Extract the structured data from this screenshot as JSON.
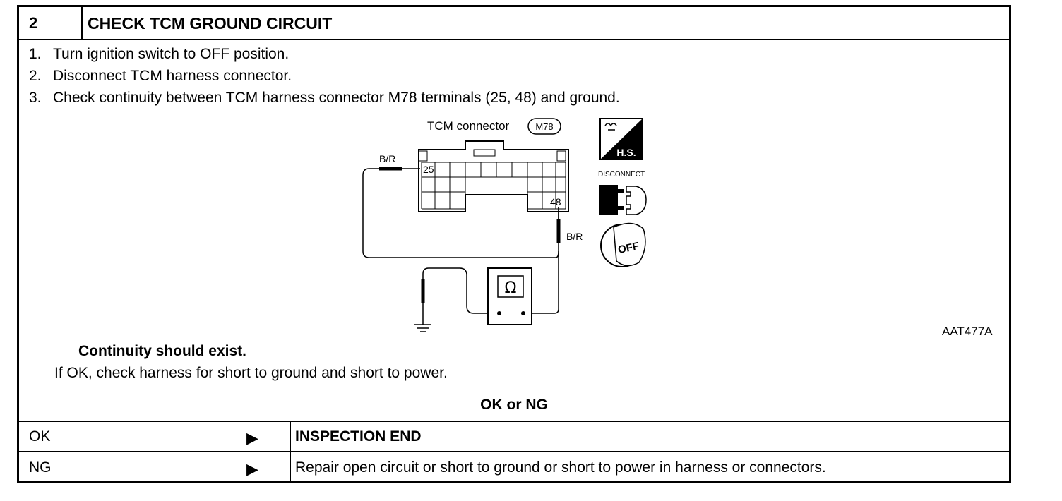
{
  "header": {
    "step_number": "2",
    "title": "CHECK TCM GROUND CIRCUIT"
  },
  "steps": [
    {
      "num": "1.",
      "text": "Turn ignition switch to OFF position."
    },
    {
      "num": "2.",
      "text": "Disconnect TCM harness connector."
    },
    {
      "num": "3.",
      "text": "Check continuity between TCM harness connector M78 terminals (25, 48) and ground."
    }
  ],
  "figure": {
    "connector_label": "TCM connector",
    "connector_id": "M78",
    "terminal_a": "25",
    "terminal_b": "48",
    "wire_color_a": "B/R",
    "wire_color_b": "B/R",
    "meter_symbol": "Ω",
    "hs_label": "H.S.",
    "disconnect_label": "DISCONNECT",
    "key_label": "OFF",
    "figure_code": "AAT477A"
  },
  "result": {
    "expectation": "Continuity should exist.",
    "note": "If OK, check harness for short to ground and short to power.",
    "question": "OK or NG"
  },
  "outcomes": [
    {
      "label": "OK",
      "arrow": "▶",
      "action": "INSPECTION END"
    },
    {
      "label": "NG",
      "arrow": "▶",
      "action": "Repair open circuit or short to ground or short to power in harness or connectors."
    }
  ]
}
